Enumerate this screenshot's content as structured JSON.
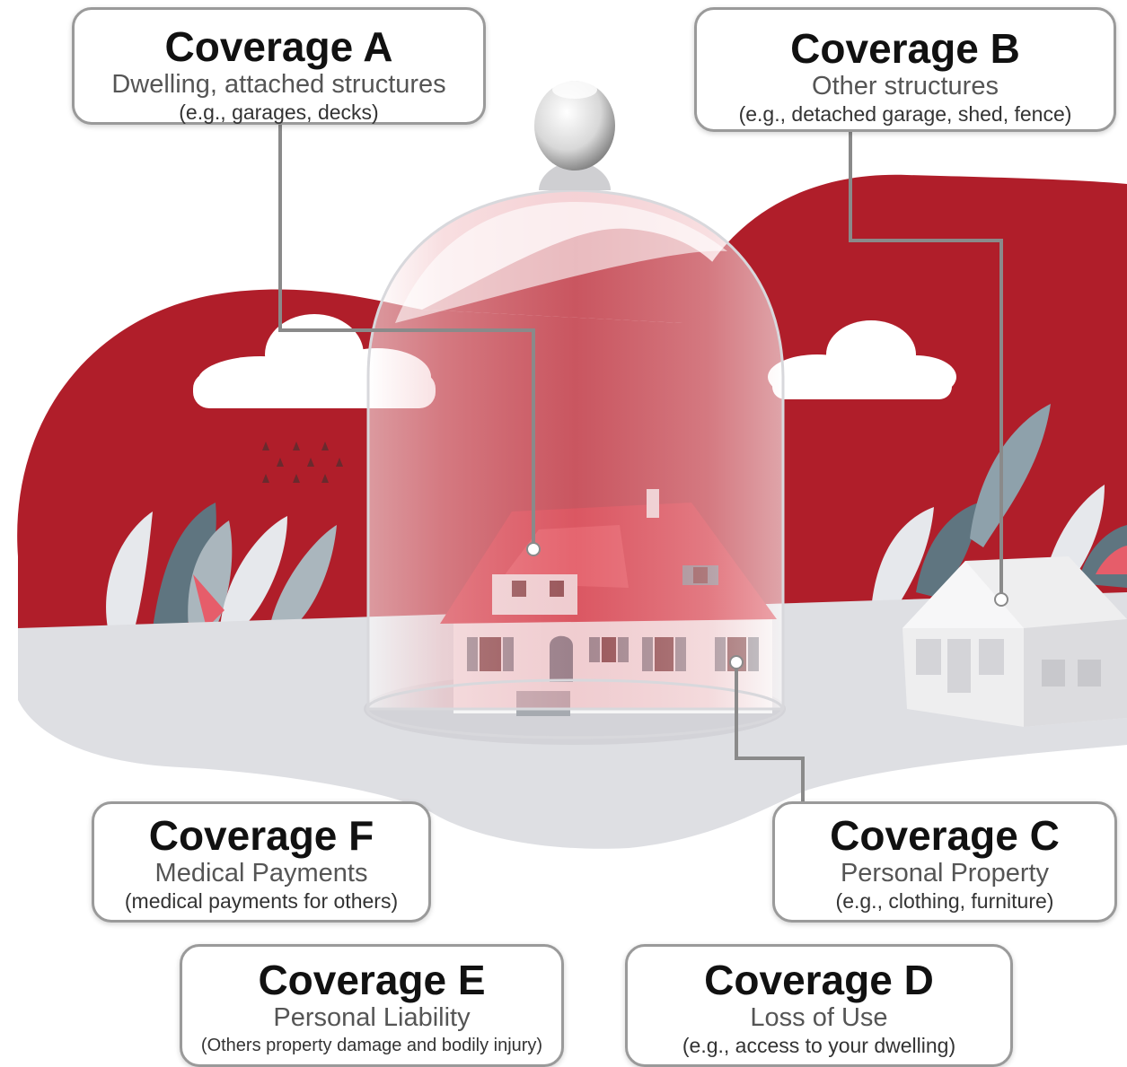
{
  "colors": {
    "brand_red": "#b01e2a",
    "roof_red": "#d0202e",
    "ground": "#dedfe3",
    "leader_line": "#8a8a8a",
    "card_border": "#9a9a9a"
  },
  "coverages": {
    "a": {
      "title": "Coverage A",
      "subtitle": "Dwelling, attached structures",
      "examples": "(e.g., garages, decks)"
    },
    "b": {
      "title": "Coverage B",
      "subtitle": "Other structures",
      "examples": "(e.g., detached garage, shed, fence)"
    },
    "c": {
      "title": "Coverage C",
      "subtitle": "Personal Property",
      "examples": "(e.g., clothing, furniture)"
    },
    "d": {
      "title": "Coverage D",
      "subtitle": "Loss of Use",
      "examples": "(e.g., access to your dwelling)"
    },
    "e": {
      "title": "Coverage E",
      "subtitle": "Personal Liability",
      "examples": "(Others property damage and bodily injury)"
    },
    "f": {
      "title": "Coverage F",
      "subtitle": "Medical Payments",
      "examples": "(medical payments for others)"
    }
  }
}
